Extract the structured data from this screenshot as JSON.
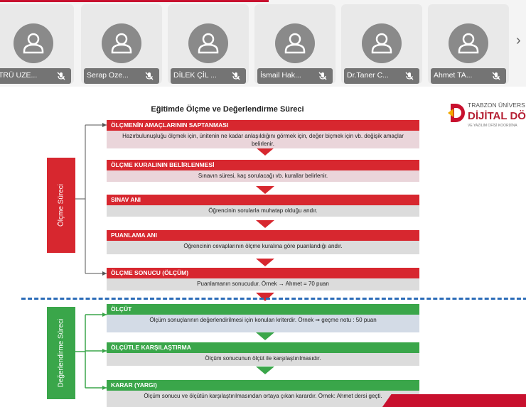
{
  "participants": [
    {
      "name": "TRÜ UZE...",
      "mic": "mic-off"
    },
    {
      "name": "Serap Oze...",
      "mic": "mic-off"
    },
    {
      "name": "DİLEK ÇİL ...",
      "mic": "mic-off"
    },
    {
      "name": "İsmail Hak...",
      "mic": "mic-off"
    },
    {
      "name": "Dr.Taner C...",
      "mic": "mic-off"
    },
    {
      "name": "Ahmet TA...",
      "mic": "mic-off"
    }
  ],
  "strip": {
    "next_icon": "›"
  },
  "slide": {
    "title": "Eğitimde Ölçme ve Değerlendirme Süreci",
    "logo": {
      "line1": "TRABZON ÜNİVERS",
      "line2": "DİJİTAL DÖNÜ",
      "line3": "VE YAZILIM OFİSİ KOORDİNA"
    },
    "label_measure": "Ölçme Süreci",
    "label_evaluate": "Değerlendirme Süreci",
    "measure_steps": [
      {
        "title": "ÖLÇMENİN AMAÇLARININ SAPTANMASI",
        "text": "Hazırbulunuşluğu ölçmek için, ünitenin ne kadar anlaşıldığını görmek için, değer biçmek için vb. değişik amaçlar belirlenir."
      },
      {
        "title": "ÖLÇME KURALININ BELİRLENMESİ",
        "text": "Sınavın süresi, kaç sorulacağı vb. kurallar belirlenir."
      },
      {
        "title": "SINAV ANI",
        "text": "Öğrencinin sorularla muhatap olduğu andır."
      },
      {
        "title": "PUANLAMA ANI",
        "text": "Öğrencinin cevaplarının ölçme kuralına göre puanlandığı andır."
      },
      {
        "title": "ÖLÇME SONUCU (ÖLÇÜM)",
        "text": "Puanlamanın sonucudur. Örnek → Ahmet = 70 puan"
      }
    ],
    "eval_steps": [
      {
        "title": "ÖLÇÜT",
        "text": "Ölçüm sonuçlarının değerlendirilmesi için konulan kriterdir. Örnek ⇒ geçme notu : 50 puan"
      },
      {
        "title": "ÖLÇÜTLE KARŞILAŞTIRMA",
        "text": "Ölçüm sonucunun ölçüt ile karşılaştırılmasıdır."
      },
      {
        "title": "KARAR (YARGI)",
        "text": "Ölçüm sonucu ve ölçütün karşılaştırılmasından ortaya çıkan karardır. Örnek: Ahmet dersi geçti."
      }
    ]
  },
  "colors": {
    "red": "#d7272f",
    "green": "#3aa64a",
    "divider": "#2b6cb8"
  }
}
